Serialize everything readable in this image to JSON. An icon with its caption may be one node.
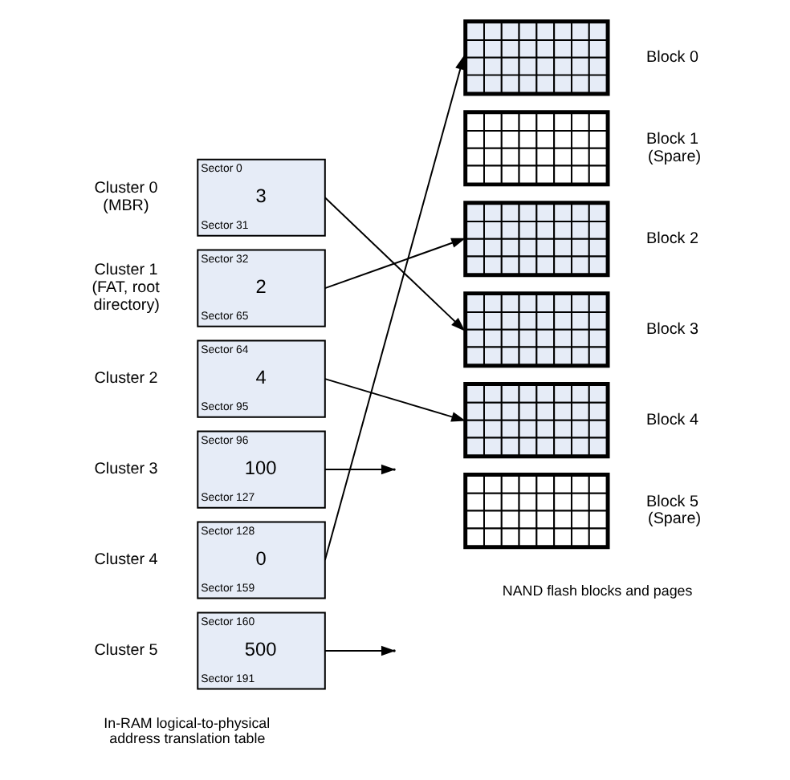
{
  "diagram": {
    "nodes": [
      {
        "text": [
          "Sector 0",
          "3",
          "Sector 31"
        ],
        "beside": [
          "Cluster 0 (MBR)"
        ]
      },
      {
        "text": [
          "Sector 32",
          "2",
          "Sector 65"
        ],
        "beside": [
          "Cluster 1 (FAT, root directory)"
        ]
      },
      {
        "text": [
          "Sector 64",
          "4",
          "Sector 95"
        ],
        "beside": [
          "Cluster 2"
        ]
      },
      {
        "text": [
          "Sector 96",
          "100",
          "Sector 127"
        ],
        "beside": [
          "Cluster 3"
        ]
      },
      {
        "text": [
          "Sector 128",
          "0",
          "Sector 159"
        ],
        "beside": [
          "Cluster 4"
        ]
      },
      {
        "text": [
          "Sector 160",
          "500",
          "Sector 191"
        ],
        "beside": [
          "Cluster 5"
        ]
      },
      {
        "text": [],
        "shape": "box",
        "beside": [
          "Block 0"
        ]
      },
      {
        "text": [],
        "shape": "box",
        "beside": [
          "Block 1 (Spare)"
        ]
      },
      {
        "text": [],
        "shape": "box",
        "beside": [
          "Block 2"
        ]
      },
      {
        "text": [],
        "shape": "box",
        "beside": [
          "Block 3"
        ]
      },
      {
        "text": [],
        "shape": "box",
        "beside": [
          "Block 4"
        ]
      },
      {
        "text": [],
        "shape": "box",
        "beside": [
          "Block 5 (Spare)"
        ]
      }
    ],
    "edges": [
      {
        "from": 0,
        "to": 9,
        "arrow": "to"
      },
      {
        "from": 1,
        "to": 8,
        "arrow": "to"
      },
      {
        "from": 2,
        "to": 10,
        "arrow": "to"
      },
      {
        "from": 3,
        "to": null,
        "arrow": "to"
      },
      {
        "from": 4,
        "to": 6,
        "arrow": "to"
      },
      {
        "from": 5,
        "to": null,
        "arrow": "to"
      }
    ],
    "labels": [
      "In-RAM logical-to-physical address translation table",
      "NAND flash blocks and pages"
    ]
  }
}
